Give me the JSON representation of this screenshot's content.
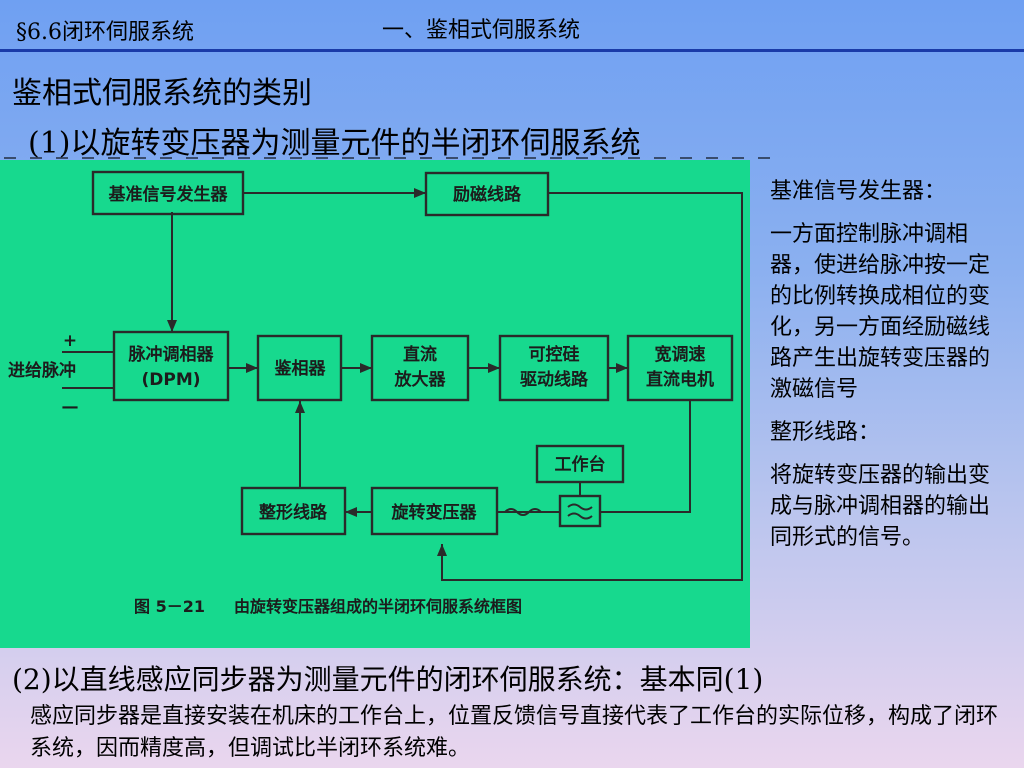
{
  "header": {
    "section": "§6.6闭环伺服系统",
    "subtitle": "一、鉴相式伺服系统"
  },
  "slide": {
    "title": "鉴相式伺服系统的类别",
    "item1": "(1)以旋转变压器为测量元件的半闭环伺服系统",
    "item2": "(2)以直线感应同步器为测量元件的闭环伺服系统：基本同(1)",
    "note": "感应同步器是直接安装在机床的工作台上，位置反馈信号直接代表了工作台的实际位移，构成了闭环系统，因而精度高，但调试比半闭环系统难。"
  },
  "diagram": {
    "boxes": {
      "ref_gen": "基准信号发生器",
      "excite": "励磁线路",
      "dpm_line1": "脉冲调相器",
      "dpm_line2": "(DPM)",
      "phase_det": "鉴相器",
      "dc_amp_line1": "直流",
      "dc_amp_line2": "放大器",
      "scr_line1": "可控硅",
      "scr_line2": "驱动线路",
      "motor_line1": "宽调速",
      "motor_line2": "直流电机",
      "worktable": "工作台",
      "shaping": "整形线路",
      "resolver": "旋转变压器"
    },
    "input_label": "进给脉冲",
    "plus": "+",
    "minus": "—",
    "caption_num": "图 5－21",
    "caption_text": "由旋转变压器组成的半闭环伺服系统框图"
  },
  "side": {
    "term1": "基准信号发生器：",
    "desc1": "一方面控制脉冲调相器，使进给脉冲按一定的比例转换成相位的变化，另一方面经励磁线路产生出旋转变压器的激磁信号",
    "term2": "整形线路：",
    "desc2": "将旋转变压器的输出变成与脉冲调相器的输出同形式的信号。"
  }
}
